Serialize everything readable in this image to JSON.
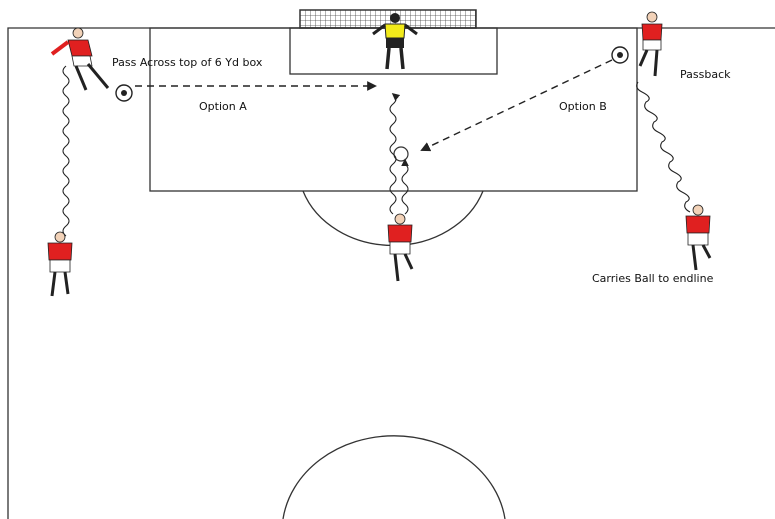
{
  "labels": {
    "pass_across": "Pass Across top of 6 Yd box",
    "option_a": "Option A",
    "option_b": "Option B",
    "passback": "Passback",
    "carries_ball": "Carries Ball to endline"
  },
  "colors": {
    "player_shirt": "#e02020",
    "keeper_shirt": "#f2ea1a",
    "shorts": "#ffffff",
    "lines": "#333333"
  },
  "icons": [
    "goal-net-icon",
    "goalkeeper-icon",
    "player-icon",
    "soccer-ball-icon"
  ]
}
